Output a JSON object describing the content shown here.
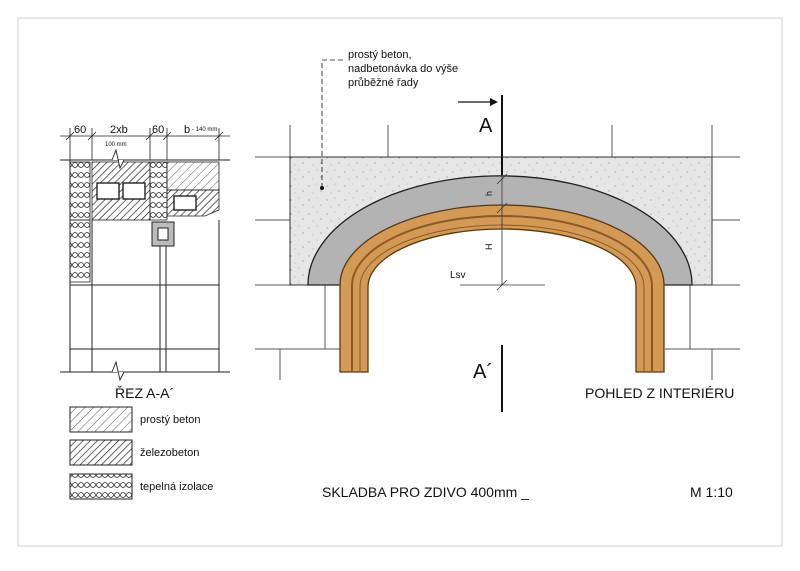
{
  "annotation": {
    "line1": "prostý beton,",
    "line2": "nadbetonávka do výše",
    "line3": "průběžné řady"
  },
  "section": {
    "dim_60_left": "60",
    "dim_2xb": "2xb",
    "dim_100": "100 mm",
    "dim_60_right": "60",
    "dim_b": "b",
    "dim_140": "- 140 mm",
    "label": "ŘEZ  A-A´"
  },
  "elevation": {
    "section_top": "A",
    "section_bottom": "A´",
    "dim_h": "h",
    "dim_H": "H",
    "dim_Lsv": "Lsv",
    "view_label": "POHLED Z INTERIÉRU"
  },
  "legend": [
    {
      "label": "prostý beton"
    },
    {
      "label": "železobeton"
    },
    {
      "label": "tepelná izolace"
    }
  ],
  "footer": {
    "title": "SKLADBA PRO ZDIVO 400mm _",
    "scale": "M 1:10"
  },
  "colors": {
    "concrete": "#e6e6e6",
    "arch_gray": "#b3b3b3",
    "wood_light": "#d39a55",
    "wood_dark": "#8c5a25",
    "line": "#111111"
  }
}
